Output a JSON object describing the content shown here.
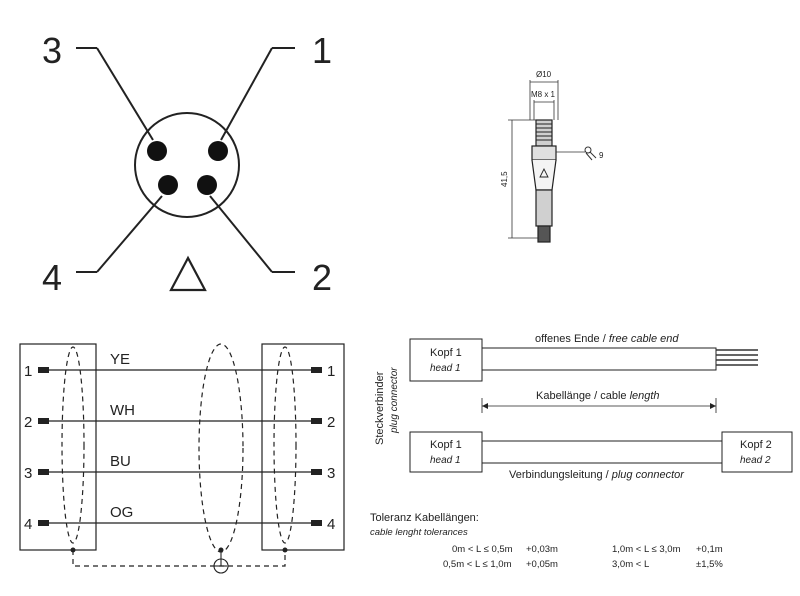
{
  "pinout": {
    "pins": [
      "3",
      "1",
      "4",
      "2"
    ],
    "coding_mark": "△"
  },
  "dimensions": {
    "diameter": "Ø10",
    "thread": "M8 x 1",
    "length": "41,5",
    "wrench": "9"
  },
  "wiring": {
    "pins": [
      "1",
      "2",
      "3",
      "4"
    ],
    "colors": [
      "YE",
      "WH",
      "BU",
      "OG"
    ]
  },
  "cable": {
    "side_label": "Steckverbinder",
    "side_label_en": "plug connector",
    "head1": "Kopf 1",
    "head1_en": "head 1",
    "head2": "Kopf 2",
    "head2_en": "head 2",
    "free_end": "offenes Ende",
    "free_end_sep": " / ",
    "free_end_en": "free cable end",
    "length": "Kabellänge / cable ",
    "length_en": "length",
    "connecting": "Verbindungsleitung",
    "connecting_sep": " / ",
    "connecting_en": "plug connector"
  },
  "tolerance": {
    "title": "Toleranz Kabellängen:",
    "title_en": "cable lenght tolerances",
    "rows": [
      {
        "range1": "0m < L ≤ 0,5m",
        "tol1": "+0,03m",
        "range2": "1,0m < L ≤ 3,0m",
        "tol2": "+0,1m"
      },
      {
        "range1": "0,5m < L ≤ 1,0m",
        "tol1": "+0,05m",
        "range2": "3,0m < L",
        "tol2": "±1,5%"
      }
    ]
  }
}
